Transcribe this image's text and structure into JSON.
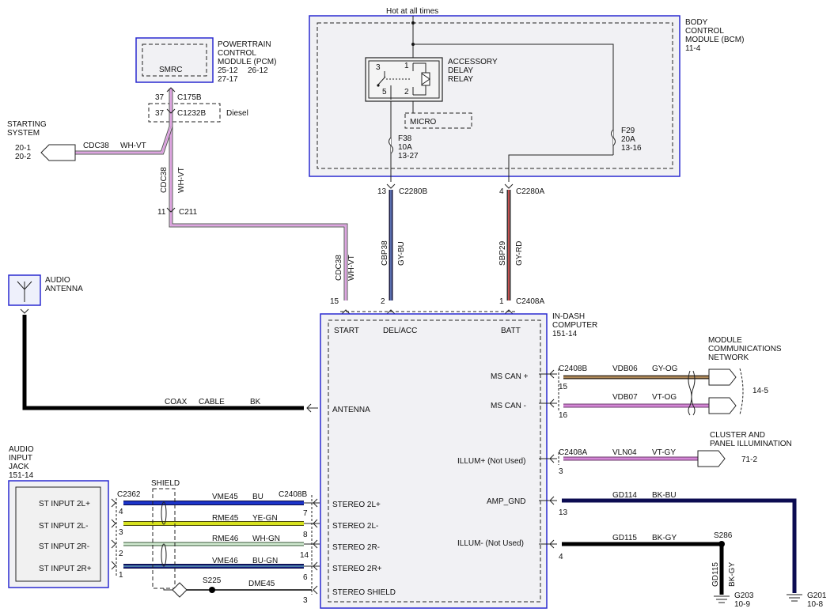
{
  "colors": {
    "module_border": "#2a2ad0",
    "module_fill": "#f1f1f4",
    "wire_black": "#000000",
    "wire_navy": "#0c0c52",
    "wire_blue": "#1c34c8",
    "wire_yellow_green": "#d7e21f",
    "wire_white_green": "#cfe8cf",
    "wire_violet": "#d486d6",
    "wire_white_violet": "#e8c2ec",
    "wire_gray_blue": "#5b6fb0",
    "wire_gray_red": "#c25050",
    "wire_gray_orange": "#b08a58"
  },
  "bcm": {
    "title_lines": [
      "BODY",
      "CONTROL",
      "MODULE (BCM)",
      "11-4"
    ],
    "hot_label": "Hot at all times",
    "relay_lines": [
      "ACCESSORY",
      "DELAY",
      "RELAY"
    ],
    "relay_pins": [
      "3",
      "1",
      "5",
      "2"
    ],
    "micro": "MICRO",
    "f38": [
      "F38",
      "10A",
      "13-27"
    ],
    "f29": [
      "F29",
      "20A",
      "13-16"
    ]
  },
  "pcm": {
    "title_lines": [
      "POWERTRAIN",
      "CONTROL",
      "MODULE (PCM)"
    ],
    "refs": [
      "25-12",
      "26-12",
      "27-17"
    ],
    "inner": "SMRC",
    "pin_top": "37",
    "conn_top": "C175B",
    "pin_diesel": "37",
    "conn_diesel": "C1232B",
    "diesel": "Diesel",
    "pin_c211": "11",
    "conn_c211": "C211"
  },
  "starting": {
    "title_lines": [
      "STARTING",
      "SYSTEM"
    ],
    "refs": [
      "20-1",
      "20-2"
    ]
  },
  "antenna": {
    "title_lines": [
      "AUDIO",
      "ANTENNA"
    ],
    "coax": "COAX",
    "cable": "CABLE",
    "color": "BK"
  },
  "wires": {
    "cdc38": "CDC38",
    "whvt": "WH-VT",
    "cbp38": "CBP38",
    "gybu": "GY-BU",
    "sbp29": "SBP29",
    "gyrd": "GY-RD",
    "c2280b_pin": "13",
    "c2280b": "C2280B",
    "c2280a_pin": "4",
    "c2280a": "C2280A",
    "pin15": "15",
    "pin2": "2",
    "pin1": "1",
    "c2408a": "C2408A"
  },
  "computer": {
    "title_lines": [
      "IN-DASH",
      "COMPUTER",
      "151-14"
    ],
    "start": "START",
    "delacc": "DEL/ACC",
    "batt": "BATT",
    "antenna": "ANTENNA",
    "ms_can_plus": "MS CAN +",
    "ms_can_minus": "MS CAN -",
    "illum_plus": "ILLUM+ (Not Used)",
    "amp_gnd": "AMP_GND",
    "illum_minus": "ILLUM- (Not Used)",
    "stereo_2lp": "STEREO 2L+",
    "stereo_2lm": "STEREO 2L-",
    "stereo_2rm": "STEREO 2R-",
    "stereo_2rp": "STEREO 2R+",
    "stereo_shield": "STEREO SHIELD"
  },
  "network": {
    "title_lines": [
      "MODULE",
      "COMMUNICATIONS",
      "NETWORK"
    ],
    "ref": "14-5",
    "c2408b": "C2408B",
    "pin15": "15",
    "vdb06": "VDB06",
    "gyog": "GY-OG",
    "pin16": "16",
    "vdb07": "VDB07",
    "vtog": "VT-OG"
  },
  "cluster": {
    "title_lines": [
      "CLUSTER AND",
      "PANEL ILLUMINATION"
    ],
    "ref": "71-2",
    "conn": "C2408A",
    "pin": "3",
    "vln04": "VLN04",
    "vtgy": "VT-GY"
  },
  "grounds": {
    "pin13": "13",
    "gd114": "GD114",
    "bkbu": "BK-BU",
    "pin4": "4",
    "gd115": "GD115",
    "bkgy": "BK-GY",
    "s286": "S286",
    "gd115_v": "GD115",
    "bkgy_v": "BK-GY",
    "g203": "G203",
    "g203_ref": "10-9",
    "g201": "G201",
    "g201_ref": "10-8"
  },
  "jack": {
    "title_lines": [
      "AUDIO",
      "INPUT",
      "JACK",
      "151-14"
    ],
    "rows": [
      "ST INPUT 2L+",
      "ST INPUT 2L-",
      "ST INPUT 2R-",
      "ST INPUT 2R+"
    ],
    "c2362": "C2362",
    "pins": [
      "4",
      "3",
      "2",
      "1"
    ],
    "shield": "SHIELD",
    "vme45": "VME45",
    "bu": "BU",
    "rme45": "RME45",
    "yegn": "YE-GN",
    "rme46": "RME46",
    "whgn": "WH-GN",
    "vme46": "VME46",
    "bugn": "BU-GN",
    "c2408b": "C2408B",
    "rpins": [
      "7",
      "8",
      "14",
      "6",
      "3"
    ],
    "s225": "S225",
    "dme45": "DME45"
  }
}
